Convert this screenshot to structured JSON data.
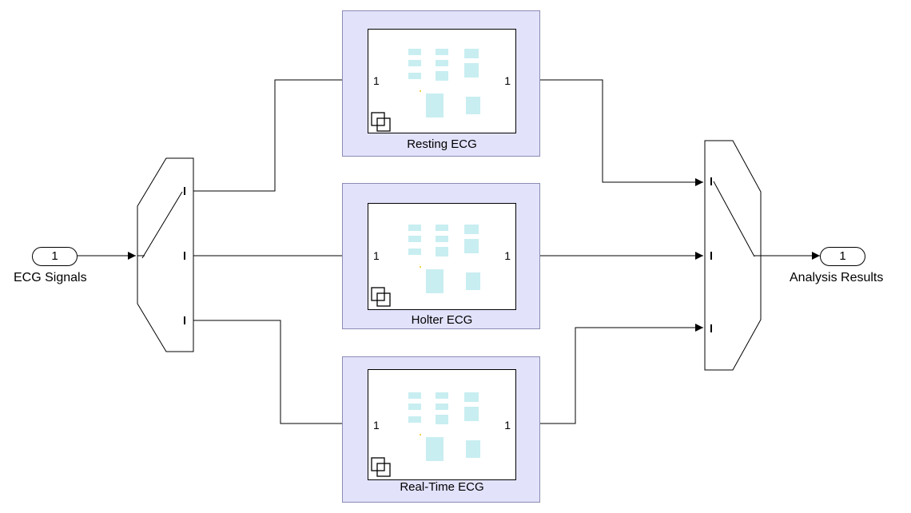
{
  "inport": {
    "number": "1",
    "name": "ECG Signals"
  },
  "outport": {
    "number": "1",
    "name": "Analysis Results"
  },
  "subsystems": [
    {
      "name": "Resting ECG",
      "in_port": "1",
      "out_port": "1"
    },
    {
      "name": "Holter ECG",
      "in_port": "1",
      "out_port": "1"
    },
    {
      "name": "Real-Time ECG",
      "in_port": "1",
      "out_port": "1"
    }
  ],
  "colors": {
    "subsystem_fill": "#e2e2fb",
    "thumbnail": "#c8eef1",
    "line": "#000000"
  }
}
